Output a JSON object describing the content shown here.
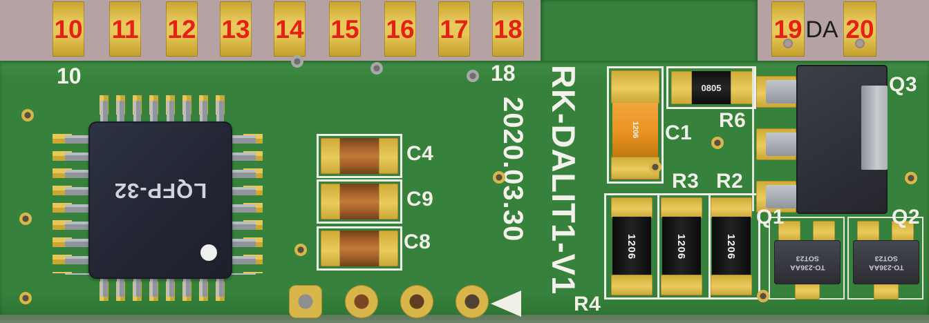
{
  "colors": {
    "background": "#b5a3a3",
    "board_green": "#36813b",
    "board_edge": "#5d7757",
    "pad_gold": "#d9b649",
    "label_red": "#e52015",
    "silkscreen_white": "#f0efe8",
    "chip_body": "#262a38",
    "cap_orange": "#ea9422",
    "cap_brown": "#a8622c",
    "resistor_black": "#151515"
  },
  "pads_top": {
    "labels": [
      "10",
      "11",
      "12",
      "13",
      "14",
      "15",
      "16",
      "17",
      "18"
    ]
  },
  "pads_right": {
    "labels": [
      "19",
      "20"
    ],
    "da_label": "DA"
  },
  "silkscreen": {
    "pin10": "10",
    "pin18": "18",
    "board_name": "RK-DALIT1-V1",
    "date": "2020.03.30"
  },
  "components": {
    "u1": {
      "package_label": "LQFP-32"
    },
    "c4": {
      "ref": "C4"
    },
    "c9": {
      "ref": "C9"
    },
    "c8": {
      "ref": "C8"
    },
    "c1": {
      "ref": "C1",
      "marking": "1206"
    },
    "r6": {
      "ref": "R6",
      "marking": "0805"
    },
    "r4": {
      "ref": "R4",
      "marking": "1206"
    },
    "r3": {
      "ref": "R3",
      "marking": "1206"
    },
    "r2": {
      "ref": "R2",
      "marking": "1206"
    },
    "q1": {
      "ref": "Q1",
      "marking_line1": "SOT23",
      "marking_line2": "TO-236AA"
    },
    "q2": {
      "ref": "Q2",
      "marking_line1": "SOT23",
      "marking_line2": "TO-236AA"
    },
    "q3": {
      "ref": "Q3"
    }
  }
}
